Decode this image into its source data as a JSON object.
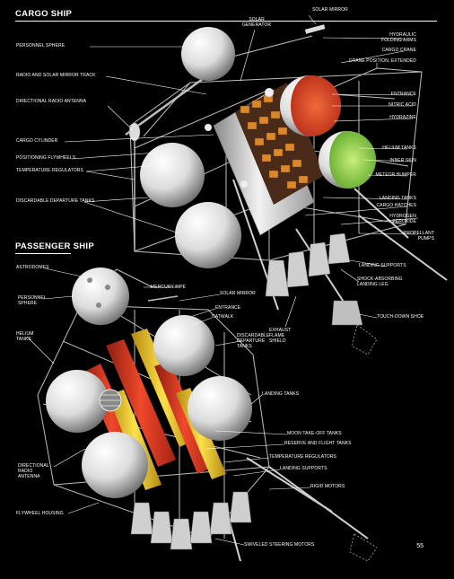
{
  "cargo_ship": {
    "heading": "CARGO SHIP",
    "labels": {
      "solar_mirror": "SOLAR MIRROR",
      "solar_generator": "SOLAR\nGENERATOR",
      "hydraulic_folding_arms": "HYDRAULIC\nFOLDING ARMS",
      "cargo_crane": "CARGO CRANE",
      "crane_position_extended": "CRANE POSITION, EXTENDED",
      "personnel_sphere": "PERSONNEL SPHERE",
      "radio_and_solar_mirror_track": "RADIO AND SOLAR MIRROR TRACK",
      "directional_radio_antenna": "DIRECTIONAL RADIO ANTENNA",
      "entrance": "ENTRANCE",
      "nitric_acid": "NITRIC ACID",
      "hydrazine": "HYDRAZINE",
      "cargo_cylinder": "CARGO CYLINDER",
      "positioning_flywheels": "POSITIONING FLYWHEELS",
      "temperature_regulators": "TEMPERATURE REGULATORS",
      "discardable_departure_tanks": "DISCARDABLE DEPARTURE TANKS",
      "helium_tanks": "HELIUM TANKS",
      "inner_skin": "INNER SKIN",
      "meteor_bumper": "METEOR BUMPER",
      "landing_tanks": "LANDING TANKS",
      "cargo_hatches": "CARGO HATCHES",
      "hydrogen_peroxide": "HYDROGEN\nPEROXIDE",
      "propellant_pumps": "PROPELLANT\nPUMPS",
      "landing_supports": "LANDING SUPPORTS",
      "shock_absorbing_landing_leg": "SHOCK-ABSORBING\nLANDING LEG",
      "touch_down_shoe": "TOUCH-DOWN SHOE",
      "exhaust_flame_shield": "EXHAUST\nFLAME\nSHIELD"
    }
  },
  "passenger_ship": {
    "heading": "PASSENGER SHIP",
    "labels": {
      "astrodomes": "ASTRODOMES",
      "personnel_sphere": "PERSONNEL\nSPHERE",
      "mercury_pipe": "MERCURY PIPE",
      "solar_mirror": "SOLAR MIRROR",
      "entrance": "ENTRANCE",
      "catwalk": "CATWALK",
      "helium_tanks": "HELIUM\nTANKS",
      "discardable_departure_tanks": "DISCARDABLE\nDEPARTURE\nTANKS",
      "landing_tanks": "LANDING TANKS",
      "moon_take_off_tanks": "MOON TAKE-OFF TANKS",
      "reserve_and_flight_tanks": "RESERVE AND FLIGHT TANKS",
      "temperature_regulators": "TEMPERATURE REGULATORS",
      "landing_supports": "LANDING SUPPORTS",
      "rigid_motors": "RIGID MOTORS",
      "directional_radio_antenna": "DIRECTIONAL\nRADIO\nANTENNA",
      "flywheel_housing": "FLYWHEEL HOUSING",
      "swiveled_steering_motors": "SWIVELED STEERING MOTORS"
    }
  },
  "page_number": "55",
  "colors": {
    "background": "#000000",
    "text": "#ffffff",
    "sphere": "#e8e8e8",
    "nitric_acid": "#d8412a",
    "hydrazine": "#8fd14f",
    "cargo": "#d9892b",
    "tank_red": "#d0321e",
    "tank_yellow": "#e7c21e"
  }
}
